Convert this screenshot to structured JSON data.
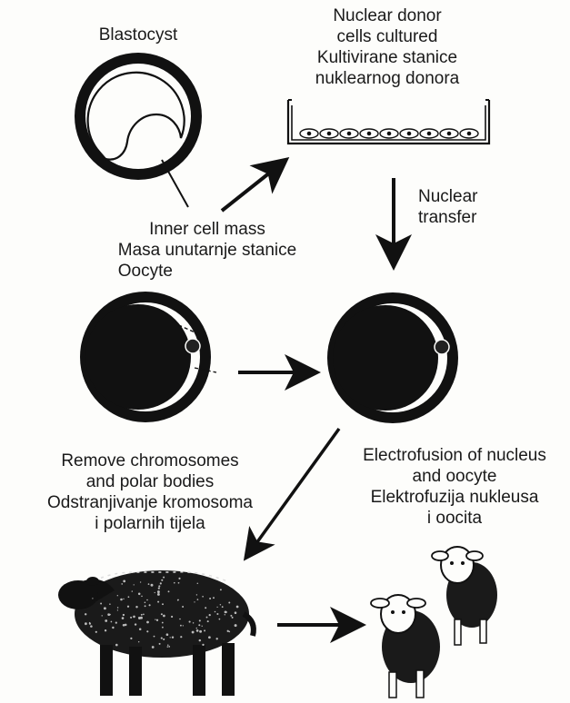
{
  "labels": {
    "blastocyst": "Blastocyst",
    "nuclear_donor": [
      "Nuclear donor",
      "cells cultured",
      "Kultivirane stanice",
      "nuklearnog donora"
    ],
    "nuclear_transfer": [
      "Nuclear",
      "transfer"
    ],
    "inner_cell_mass": [
      "Inner cell mass",
      "Masa unutarnje stanice",
      "Oocyte"
    ],
    "remove_chromosomes": [
      "Remove chromosomes",
      "and polar bodies",
      "Odstranjivanje kromosoma",
      "i polarnih tijela"
    ],
    "electrofusion": [
      "Electrofusion of nucleus",
      "and oocyte",
      "Elektrofuzija nukleusa",
      "i oocita"
    ]
  },
  "colors": {
    "ink": "#111111",
    "paper": "#fdfdfb"
  },
  "icons": [
    "blastocyst-icon",
    "culture-dish-icon",
    "enucleated-oocyte-icon",
    "fused-oocyte-icon",
    "adult-sheep-icon",
    "lamb-icon"
  ]
}
